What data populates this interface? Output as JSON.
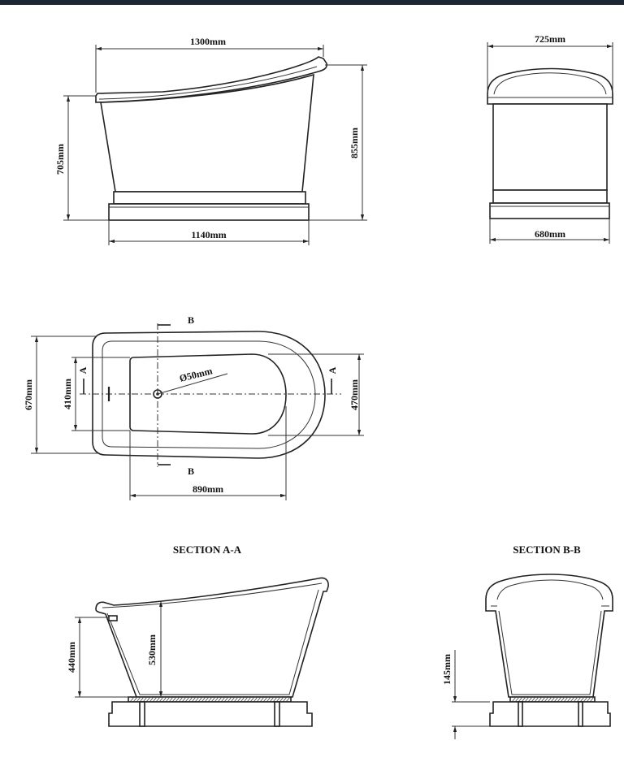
{
  "dimensions": {
    "front_top_width": "1300mm",
    "front_rim_height": "705mm",
    "front_total_height": "855mm",
    "front_base_width": "1140mm",
    "side_top_width": "725mm",
    "side_base_width": "680mm",
    "plan_outer_width": "670mm",
    "plan_inner_width": "410mm",
    "plan_end_width": "470mm",
    "plan_drain": "Ø50mm",
    "plan_inner_length": "890mm",
    "section_aa_depth_left": "440mm",
    "section_aa_depth_center": "530mm",
    "section_bb_base": "145mm"
  },
  "markers": {
    "section_b_top": "B",
    "section_b_bottom": "B",
    "section_a_left": "A",
    "section_a_right": "A"
  },
  "titles": {
    "section_aa": "SECTION A-A",
    "section_bb": "SECTION B-B"
  }
}
